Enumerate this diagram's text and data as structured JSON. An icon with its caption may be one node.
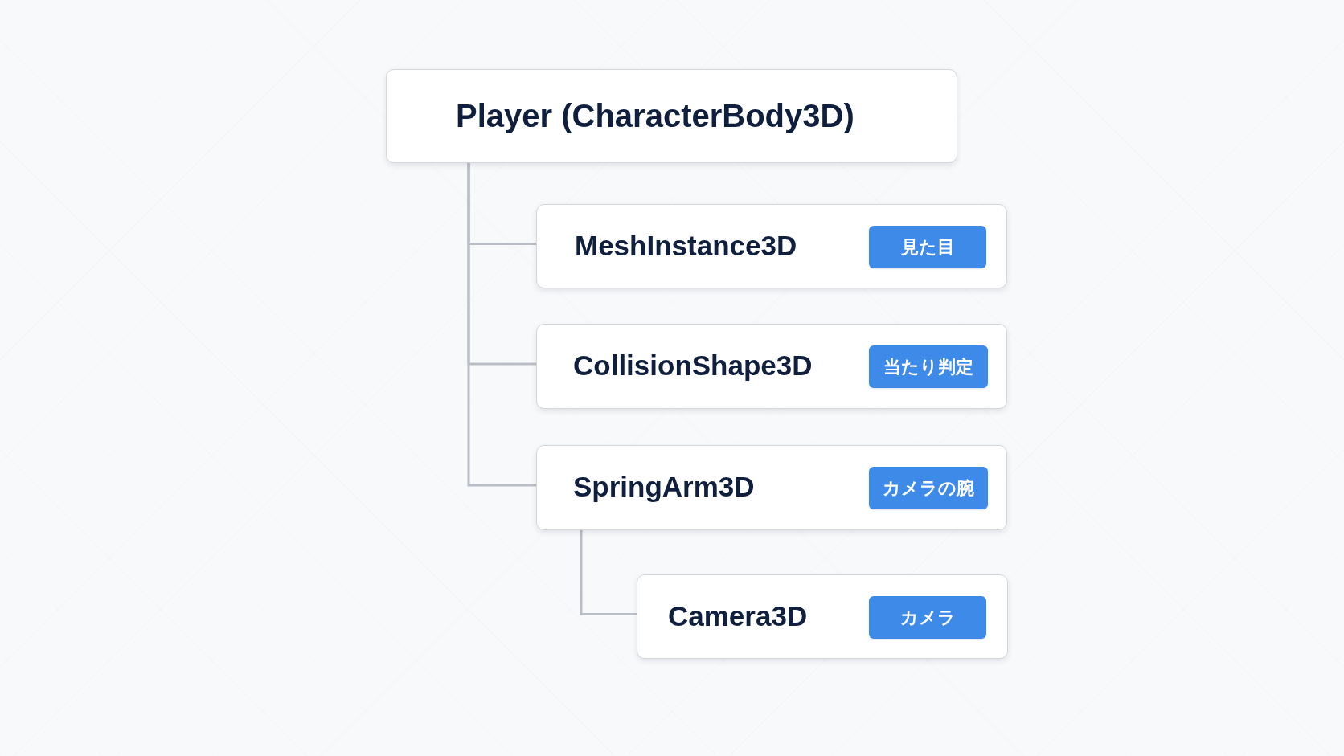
{
  "diagram": {
    "nodes": [
      {
        "text": [
          "Player (CharacterBody3D)"
        ]
      },
      {
        "text": [
          "MeshInstance3D"
        ]
      },
      {
        "text": [
          "見た目"
        ],
        "in": 1
      },
      {
        "text": [
          "CollisionShape3D"
        ]
      },
      {
        "text": [
          "当たり判定"
        ],
        "in": 3
      },
      {
        "text": [
          "SpringArm3D"
        ]
      },
      {
        "text": [
          "カメラの腕"
        ],
        "in": 5
      },
      {
        "text": [
          "Camera3D"
        ]
      },
      {
        "text": [
          "カメラ"
        ],
        "in": 7
      }
    ],
    "edges": [
      {
        "from": 0,
        "to": 1,
        "arrow": "none"
      },
      {
        "from": 0,
        "to": 3,
        "arrow": "none"
      },
      {
        "from": 0,
        "to": 5,
        "arrow": "none"
      },
      {
        "from": 5,
        "to": 7,
        "arrow": "none"
      }
    ]
  }
}
